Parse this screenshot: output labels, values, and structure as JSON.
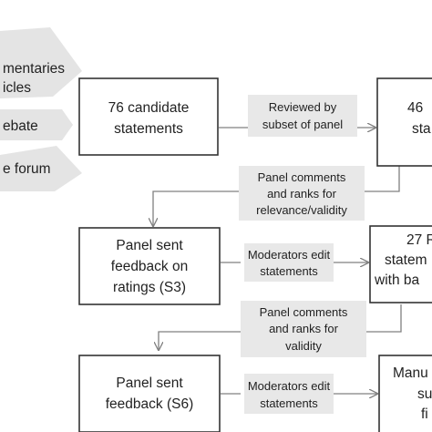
{
  "sources": [
    {
      "line1": "mentaries",
      "line2": "icles"
    },
    {
      "line1": "ebate"
    },
    {
      "line1": "e forum"
    }
  ],
  "boxes": [
    {
      "id": "candidates",
      "line1": "76 candidate",
      "line2": "statements"
    },
    {
      "id": "box46",
      "line1": "46",
      "line2": "sta"
    },
    {
      "id": "feedback-s3",
      "line1": "Panel sent",
      "line2": "feedback on",
      "line3": "ratings (S3)"
    },
    {
      "id": "box27",
      "line1": "27 R",
      "line2": "statem",
      "line3": "with ba"
    },
    {
      "id": "feedback-s6",
      "line1": "Panel sent",
      "line2": "feedback (S6)"
    },
    {
      "id": "manuscript",
      "line1": "Manu",
      "line2": "su",
      "line3": "fi"
    }
  ],
  "labels": [
    {
      "id": "reviewed",
      "line1": "Reviewed by",
      "line2": "subset of panel"
    },
    {
      "id": "comments1",
      "line1": "Panel comments",
      "line2": "and ranks for",
      "line3": "relevance/validity"
    },
    {
      "id": "moderators1",
      "line1": "Moderators edit",
      "line2": "statements"
    },
    {
      "id": "comments2",
      "line1": "Panel comments",
      "line2": "and ranks for",
      "line3": "validity"
    },
    {
      "id": "moderators2",
      "line1": "Moderators edit",
      "line2": "statements"
    }
  ],
  "colors": {
    "box_stroke": "#333333",
    "label_fill": "#e8e8e8",
    "source_fill": "#e4e4e4",
    "arrow": "#808080"
  }
}
